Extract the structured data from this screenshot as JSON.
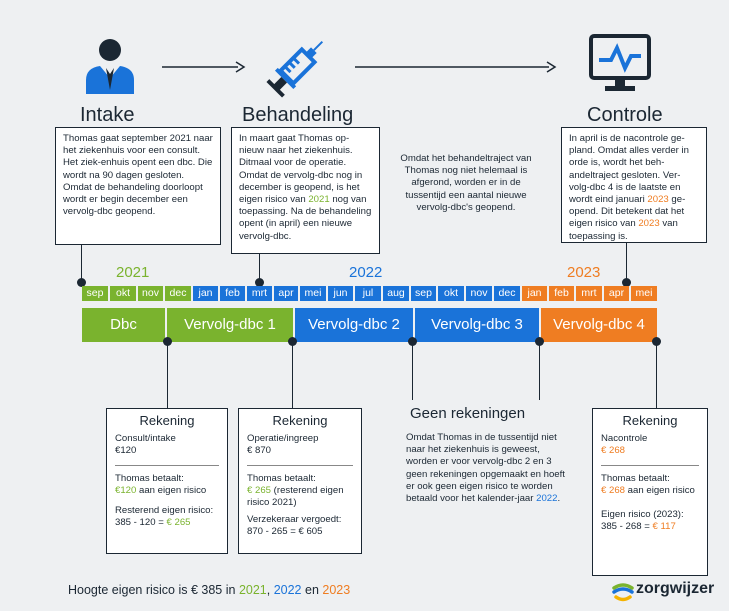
{
  "stages": {
    "intake": "Intake",
    "behandeling": "Behandeling",
    "controle": "Controle"
  },
  "intake_text": "Thomas gaat september 2021 naar het ziekenhuis voor een consult. Het ziek-enhuis opent een dbc. Die wordt na 90 dagen gesloten. Omdat de behandeling doorloopt wordt er begin december een vervolg-dbc geopend.",
  "behandeling_text": {
    "part1": "In maart gaat Thomas op-nieuw naar het ziekenhuis. Ditmaal voor de operatie. Omdat de vervolg-dbc nog in december is geopend, is het eigen risico van ",
    "year": "2021",
    "part2": " nog van toepassing. Na de behandeling opent (in april) een nieuwe vervolg-dbc."
  },
  "middle_note": "Omdat het behandeltraject van Thomas nog niet helemaal is afgerond, worden er in de tussentijd een aantal nieuwe vervolg-dbc's geopend.",
  "controle_text": {
    "part1": "In april is de nacontrole ge-pland. Omdat alles verder in orde is, wordt het beh-andeltraject gesloten. Ver-volg-dbc 4 is de laatste en wordt eind januari ",
    "year1": "2023",
    "part2": " ge-opend. Dit betekent dat het eigen risico van ",
    "year2": "2023",
    "part3": " van toepassing is."
  },
  "years": [
    "2021",
    "2022",
    "2023"
  ],
  "months": [
    "sep",
    "okt",
    "nov",
    "dec",
    "jan",
    "feb",
    "mrt",
    "apr",
    "mei",
    "jun",
    "jul",
    "aug",
    "sep",
    "okt",
    "nov",
    "dec",
    "jan",
    "feb",
    "mrt",
    "apr",
    "mei"
  ],
  "phases": [
    "Dbc",
    "Vervolg-dbc 1",
    "Vervolg-dbc 2",
    "Vervolg-dbc 3",
    "Vervolg-dbc 4"
  ],
  "bill1": {
    "title": "Rekening",
    "item": "Consult/intake",
    "amount": "€120",
    "pays_label": "Thomas betaalt:",
    "pays_value": "€120",
    "pays_suffix": " aan eigen risico",
    "remaining_label": "Resterend eigen risico:",
    "calc": "385 - 120 = ",
    "calc_result": "€ 265"
  },
  "bill2": {
    "title": "Rekening",
    "item": "Operatie/ingreep",
    "amount": "€ 870",
    "pays_label": "Thomas betaalt:",
    "pays_value": "€ 265",
    "pays_suffix": " (resterend eigen risico 2021)",
    "insurer_label": "Verzekeraar vergoedt:",
    "calc": "870 - 265 = € 605"
  },
  "no_bills": {
    "title": "Geen rekeningen",
    "text": "Omdat Thomas in de tussentijd niet naar het ziekenhuis is geweest, worden er voor vervolg-dbc 2 en 3 geen rekeningen opgemaakt en hoeft er ook geen eigen risico te worden betaald voor het kalender-jaar ",
    "year": "2022",
    "end": "."
  },
  "bill3": {
    "title": "Rekening",
    "item": "Nacontrole",
    "amount": "€ 268",
    "pays_label": "Thomas betaalt:",
    "pays_value": "€ 268",
    "pays_suffix": " aan eigen risico",
    "er_label": "Eigen risico (2023):",
    "calc": "385 - 268 = ",
    "calc_result": "€ 117"
  },
  "footer": {
    "text": "Hoogte eigen risico is € 385 in ",
    "y1": "2021",
    "sep1": ", ",
    "y2": "2022",
    "sep2": " en ",
    "y3": "2023"
  },
  "brand": "zorgwijzer",
  "colors": {
    "green": "#7ab32e",
    "blue": "#1a73d9",
    "orange": "#ef7d22",
    "navy": "#1b2733"
  }
}
